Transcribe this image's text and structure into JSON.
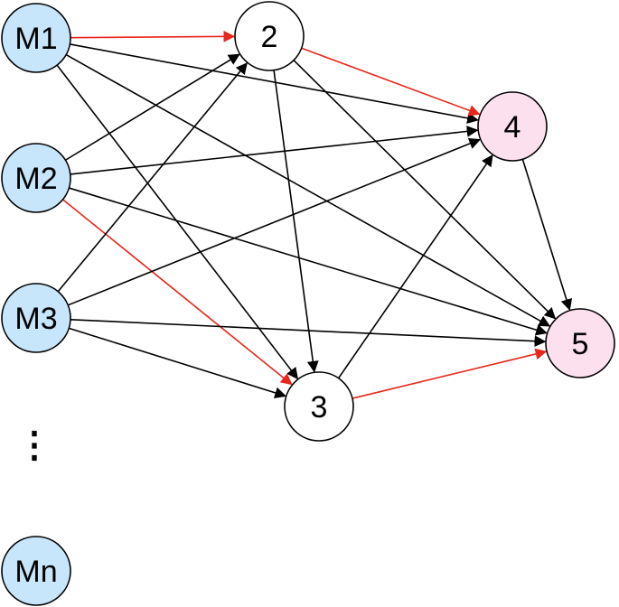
{
  "colors": {
    "input_fill": "#c7e5fb",
    "hidden_fill": "#ffffff",
    "output_fill": "#fde0ee",
    "edge_default": "#000000",
    "edge_highlight": "#e8261c",
    "stroke": "#000000"
  },
  "nodes": [
    {
      "id": "M1",
      "label": "M1",
      "kind": "input"
    },
    {
      "id": "M2",
      "label": "M2",
      "kind": "input"
    },
    {
      "id": "M3",
      "label": "M3",
      "kind": "input"
    },
    {
      "id": "Mn",
      "label": "Mn",
      "kind": "input"
    },
    {
      "id": "n2",
      "label": "2",
      "kind": "hidden"
    },
    {
      "id": "n3",
      "label": "3",
      "kind": "hidden"
    },
    {
      "id": "n4",
      "label": "4",
      "kind": "output"
    },
    {
      "id": "n5",
      "label": "5",
      "kind": "output"
    }
  ],
  "ellipsis": "⋮",
  "edges": [
    {
      "from": "M1",
      "to": "n2",
      "highlight": true
    },
    {
      "from": "M1",
      "to": "n4",
      "highlight": false
    },
    {
      "from": "M1",
      "to": "n5",
      "highlight": false
    },
    {
      "from": "M1",
      "to": "n3",
      "highlight": false
    },
    {
      "from": "M2",
      "to": "n2",
      "highlight": false
    },
    {
      "from": "M2",
      "to": "n4",
      "highlight": false
    },
    {
      "from": "M2",
      "to": "n5",
      "highlight": false
    },
    {
      "from": "M2",
      "to": "n3",
      "highlight": true
    },
    {
      "from": "M3",
      "to": "n2",
      "highlight": false
    },
    {
      "from": "M3",
      "to": "n4",
      "highlight": false
    },
    {
      "from": "M3",
      "to": "n5",
      "highlight": false
    },
    {
      "from": "M3",
      "to": "n3",
      "highlight": false
    },
    {
      "from": "n2",
      "to": "n4",
      "highlight": true
    },
    {
      "from": "n2",
      "to": "n5",
      "highlight": false
    },
    {
      "from": "n2",
      "to": "n3",
      "highlight": false
    },
    {
      "from": "n3",
      "to": "n4",
      "highlight": false
    },
    {
      "from": "n3",
      "to": "n5",
      "highlight": true
    },
    {
      "from": "n4",
      "to": "n5",
      "highlight": false
    }
  ]
}
